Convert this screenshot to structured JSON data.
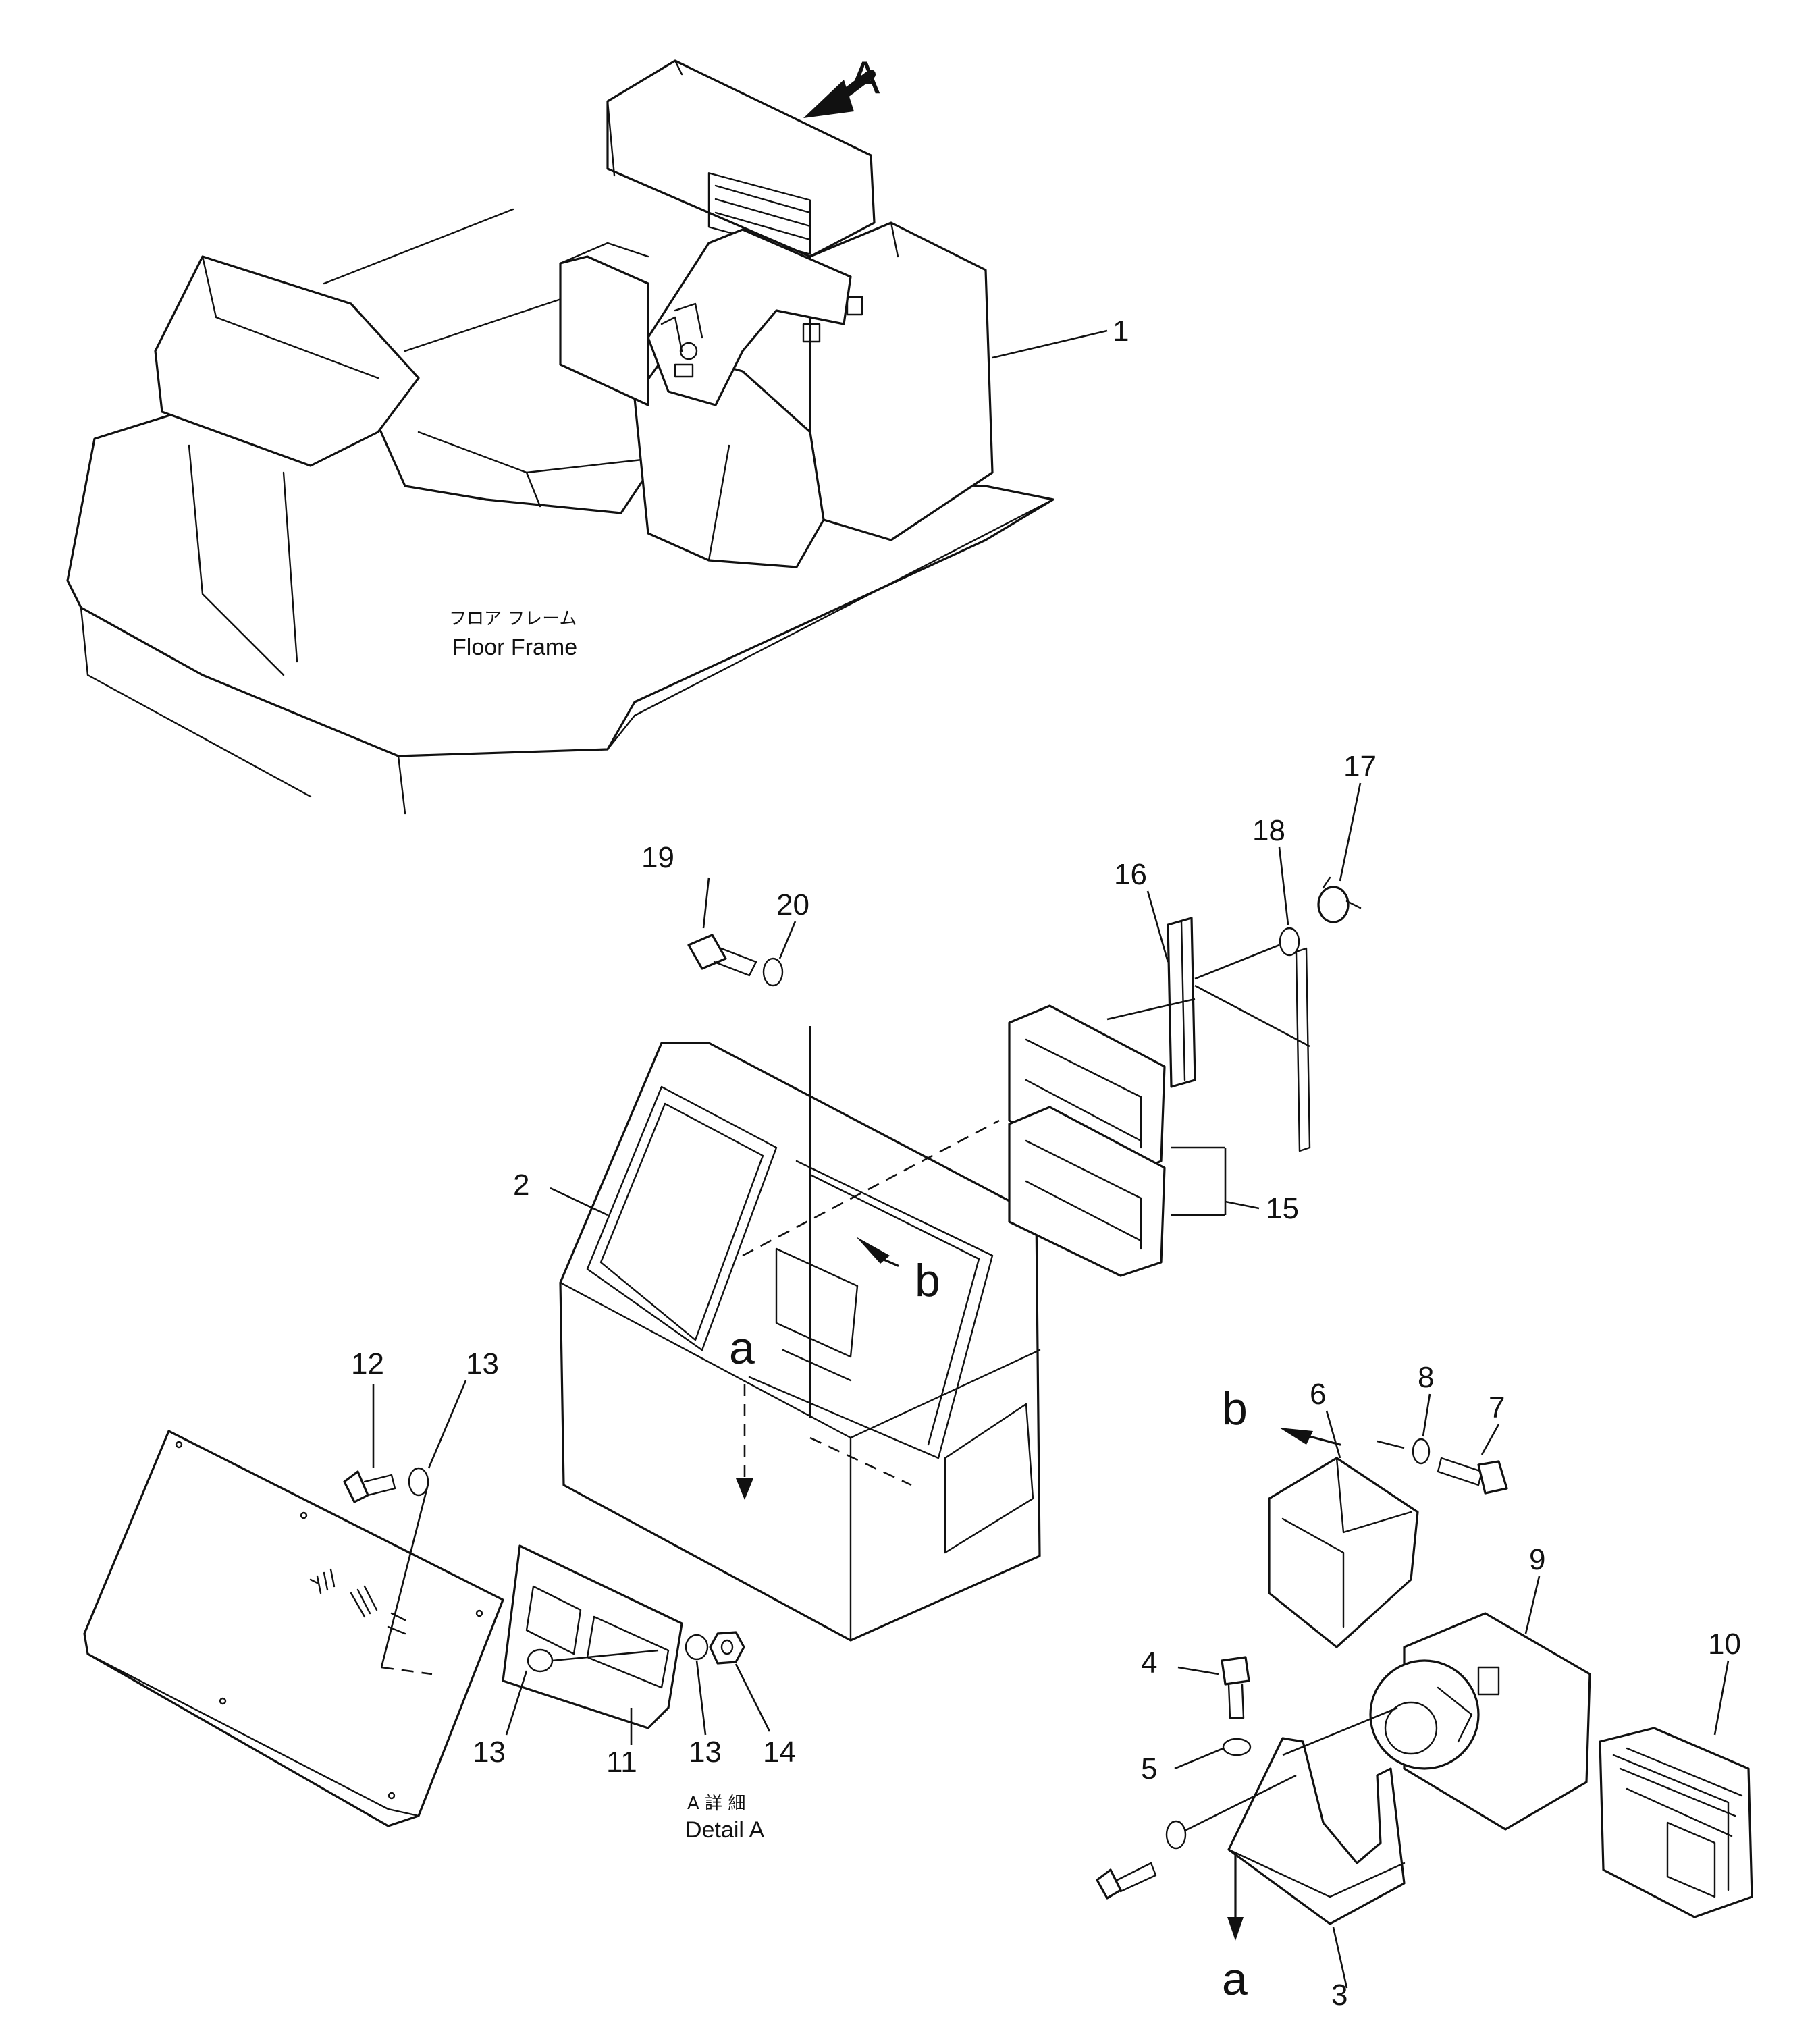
{
  "diagram": {
    "view_arrow_label": "A",
    "floor_frame_jp": "フロア フレーム",
    "floor_frame_en": "Floor Frame",
    "detail_jp": "A 詳 細",
    "detail_en": "Detail A",
    "ref_a": "a",
    "ref_b": "b",
    "callouts": [
      "1",
      "2",
      "3",
      "4",
      "5",
      "6",
      "7",
      "8",
      "9",
      "10",
      "11",
      "12",
      "13",
      "14",
      "15",
      "16",
      "17",
      "18",
      "19",
      "20"
    ]
  }
}
